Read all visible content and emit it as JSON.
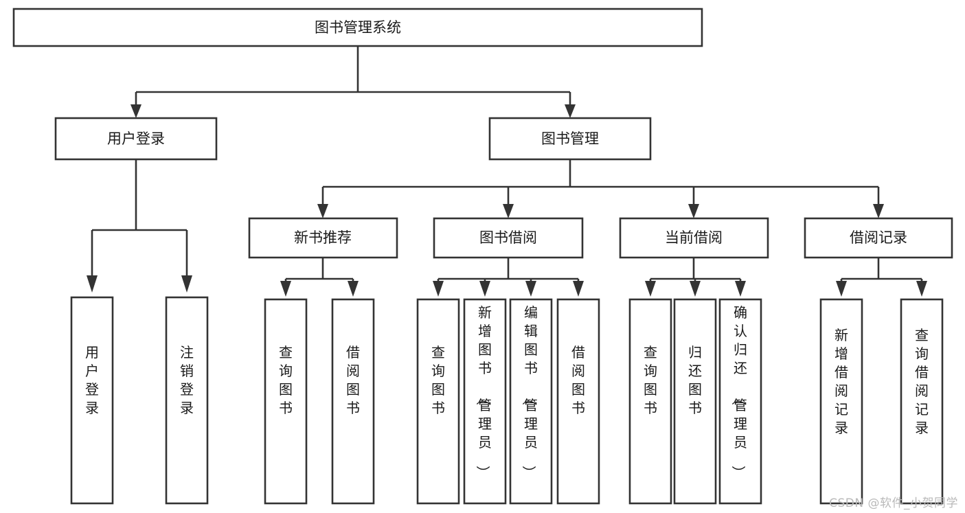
{
  "diagram": {
    "type": "tree",
    "title": "图书管理系统",
    "orientation": "top-down",
    "watermark": "CSDN @软件_小贺同学",
    "colors": {
      "box_fill": "#ffffff",
      "box_stroke": "#333333",
      "text": "#1a1a1a",
      "connector": "#333333",
      "watermark": "#b9b9b9",
      "background": "#ffffff"
    },
    "nodes": {
      "root": {
        "label": "图书管理系统"
      },
      "level2": [
        {
          "id": "user-login",
          "label": "用户登录"
        },
        {
          "id": "book-manage",
          "label": "图书管理"
        }
      ],
      "level3": [
        {
          "id": "new-book-recommend",
          "label": "新书推荐"
        },
        {
          "id": "book-borrow",
          "label": "图书借阅"
        },
        {
          "id": "current-borrow",
          "label": "当前借阅"
        },
        {
          "id": "borrow-record",
          "label": "借阅记录"
        }
      ],
      "leaves": {
        "user-login": [
          {
            "id": "leaf-user-login",
            "label": "用户登录"
          },
          {
            "id": "leaf-logout",
            "label": "注销登录"
          }
        ],
        "new-book-recommend": [
          {
            "id": "leaf-query-book-1",
            "label": "查询图书"
          },
          {
            "id": "leaf-borrow-book-1",
            "label": "借阅图书"
          }
        ],
        "book-borrow": [
          {
            "id": "leaf-query-book-2",
            "label": "查询图书"
          },
          {
            "id": "leaf-add-book",
            "label": "新增图书（管理员）"
          },
          {
            "id": "leaf-edit-book",
            "label": "编辑图书（管理员）"
          },
          {
            "id": "leaf-borrow-book-2",
            "label": "借阅图书"
          }
        ],
        "current-borrow": [
          {
            "id": "leaf-query-book-3",
            "label": "查询图书"
          },
          {
            "id": "leaf-return-book",
            "label": "归还图书"
          },
          {
            "id": "leaf-confirm-return",
            "label": "确认归还（管理员）"
          }
        ],
        "borrow-record": [
          {
            "id": "leaf-add-record",
            "label": "新增借阅记录"
          },
          {
            "id": "leaf-query-record",
            "label": "查询借阅记录"
          }
        ]
      }
    }
  }
}
